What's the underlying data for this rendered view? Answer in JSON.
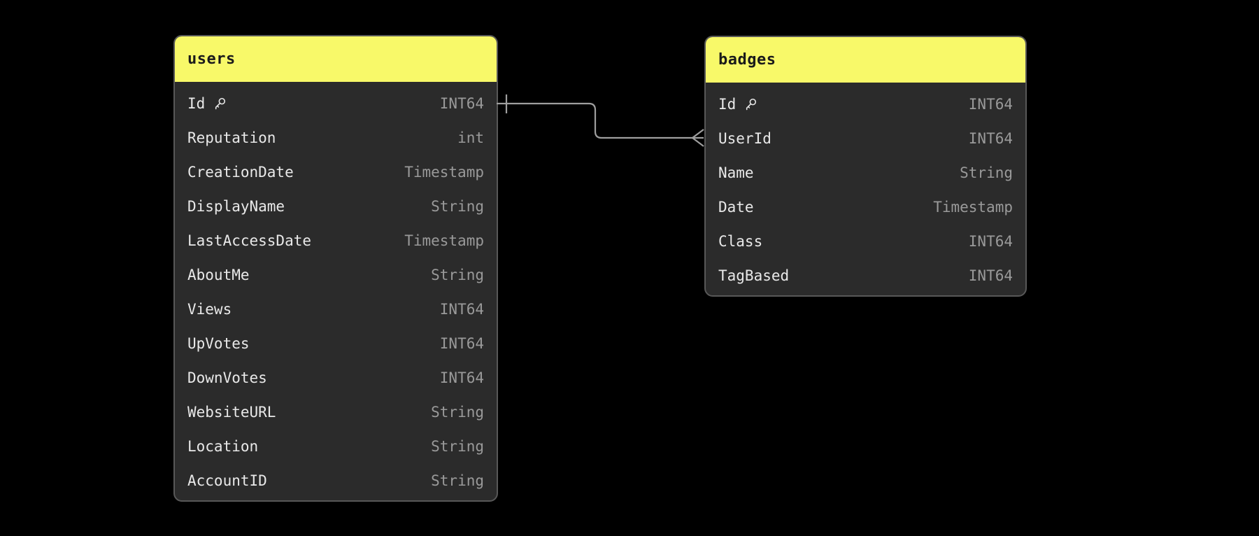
{
  "canvas": {
    "background": "#000000"
  },
  "colors": {
    "header_bg": "#f8f969",
    "header_text": "#1b1b1b",
    "body_bg": "#2b2b2b",
    "border": "#585858",
    "field_text": "#e9e9e9",
    "type_text": "#9a9a9a",
    "connector": "#9e9e9e"
  },
  "icons": {
    "primary_key": "key-icon"
  },
  "tables": [
    {
      "name": "users",
      "fields": [
        {
          "name": "Id",
          "type": "INT64",
          "key": true
        },
        {
          "name": "Reputation",
          "type": "int",
          "key": false
        },
        {
          "name": "CreationDate",
          "type": "Timestamp",
          "key": false
        },
        {
          "name": "DisplayName",
          "type": "String",
          "key": false
        },
        {
          "name": "LastAccessDate",
          "type": "Timestamp",
          "key": false
        },
        {
          "name": "AboutMe",
          "type": "String",
          "key": false
        },
        {
          "name": "Views",
          "type": "INT64",
          "key": false
        },
        {
          "name": "UpVotes",
          "type": "INT64",
          "key": false
        },
        {
          "name": "DownVotes",
          "type": "INT64",
          "key": false
        },
        {
          "name": "WebsiteURL",
          "type": "String",
          "key": false
        },
        {
          "name": "Location",
          "type": "String",
          "key": false
        },
        {
          "name": "AccountID",
          "type": "String",
          "key": false
        }
      ]
    },
    {
      "name": "badges",
      "fields": [
        {
          "name": "Id",
          "type": "INT64",
          "key": true
        },
        {
          "name": "UserId",
          "type": "INT64",
          "key": false
        },
        {
          "name": "Name",
          "type": "String",
          "key": false
        },
        {
          "name": "Date",
          "type": "Timestamp",
          "key": false
        },
        {
          "name": "Class",
          "type": "INT64",
          "key": false
        },
        {
          "name": "TagBased",
          "type": "INT64",
          "key": false
        }
      ]
    }
  ],
  "relationship": {
    "from_table": "users",
    "from_field": "Id",
    "from_cardinality": "one",
    "to_table": "badges",
    "to_field": "UserId",
    "to_cardinality": "many"
  }
}
